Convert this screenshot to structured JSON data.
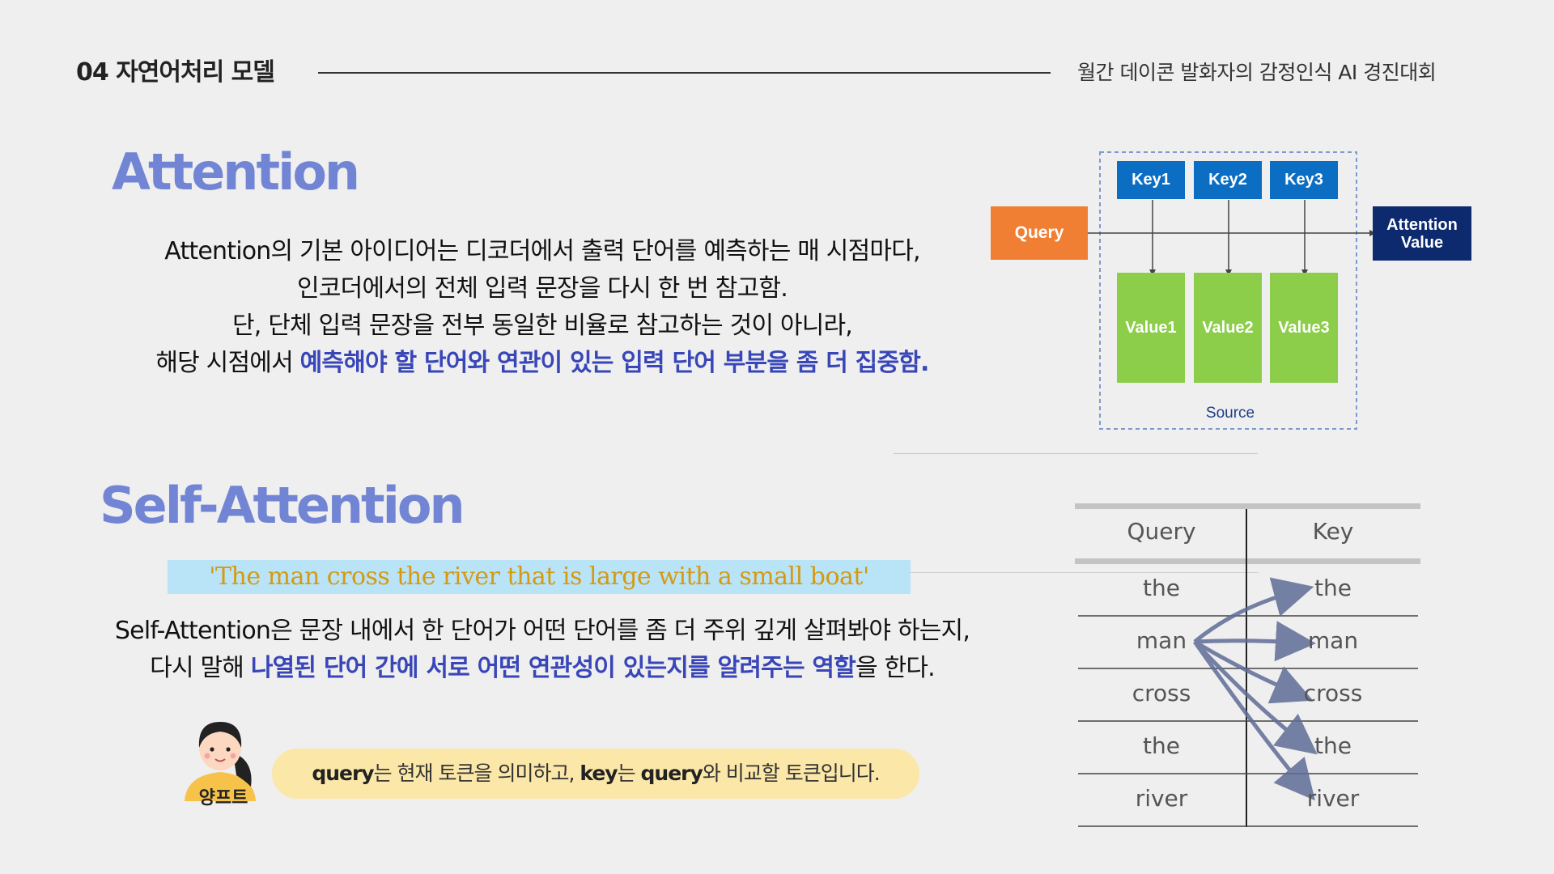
{
  "header": {
    "section_title": "04 자연어처리 모델",
    "subtitle": "월간 데이콘 발화자의 감정인식 AI 경진대회"
  },
  "attention": {
    "title": "Attention",
    "lines": [
      "Attention의 기본 아이디어는 디코더에서 출력 단어를 예측하는 매 시점마다,",
      "인코더에서의 전체 입력 문장을 다시 한 번 참고함.",
      "단, 단체 입력 문장을 전부 동일한 비율로 참고하는 것이 아니라,"
    ],
    "last_line_prefix": "해당 시점에서 ",
    "last_line_highlight": "예측해야 할 단어와 연관이 있는 입력 단어 부분을 좀 더 집중함."
  },
  "diagram": {
    "query": "Query",
    "keys": [
      "Key1",
      "Key2",
      "Key3"
    ],
    "values": [
      "Value1",
      "Value2",
      "Value3"
    ],
    "output_line1": "Attention",
    "output_line2": "Value",
    "source": "Source",
    "colors": {
      "query": "#f07f34",
      "key": "#0b6ec2",
      "value": "#8ccd4a",
      "output": "#0d2a6e",
      "dash": "#7d9ad0"
    }
  },
  "self_attention": {
    "title": "Self-Attention",
    "example": "'The man cross the river that is large with a small boat'",
    "line1": "Self-Attention은 문장 내에서 한 단어가 어떤 단어를 좀 더 주위 깊게 살펴봐야 하는지,",
    "line2_prefix": "다시 말해 ",
    "line2_highlight": "나열된 단어 간에 서로 어떤 연관성이 있는지를 알려주는 역할",
    "line2_suffix": "을 한다."
  },
  "character": {
    "name": "양프트",
    "bubble_part1": "query",
    "bubble_part2": "는 현재 토큰을 의미하고, ",
    "bubble_part3": "key",
    "bubble_part4": "는 ",
    "bubble_part5": "query",
    "bubble_part6": "와 비교할 토큰입니다."
  },
  "table": {
    "header_query": "Query",
    "header_key": "Key",
    "query_words": [
      "the",
      "man",
      "cross",
      "the",
      "river"
    ],
    "key_words": [
      "the",
      "man",
      "cross",
      "the",
      "river"
    ]
  }
}
